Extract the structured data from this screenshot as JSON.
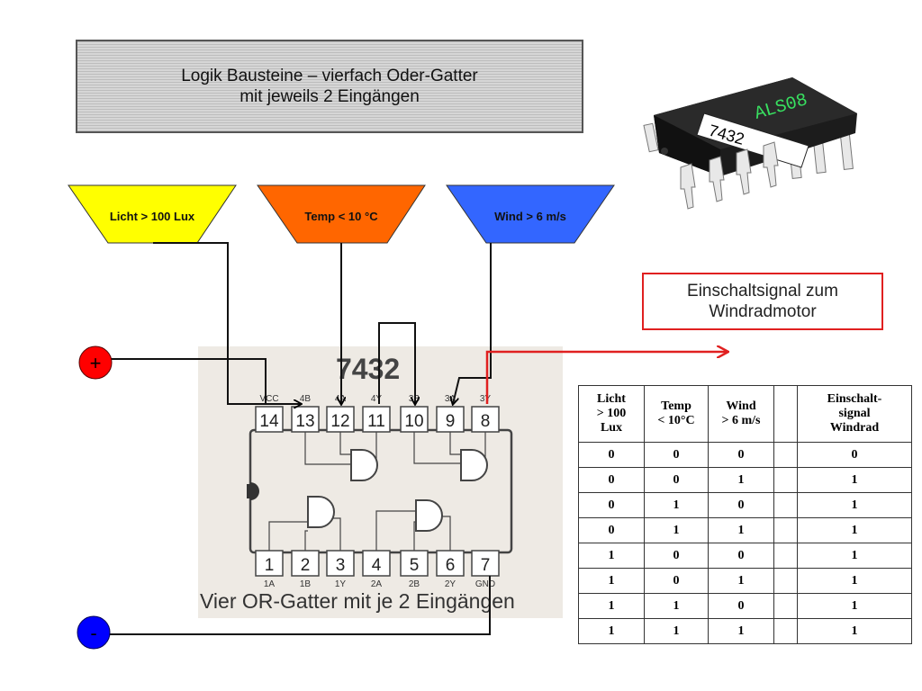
{
  "title": {
    "line1": "Logik Bausteine – vierfach Oder-Gatter",
    "line2": "mit jeweils 2 Eingängen"
  },
  "sensors": [
    {
      "label": "Licht > 100 Lux",
      "color": "#ffff00"
    },
    {
      "label": "Temp < 10 °C",
      "color": "#ff6600"
    },
    {
      "label": "Wind > 6 m/s",
      "color": "#3366ff"
    }
  ],
  "signal_box": {
    "line1": "Einschaltsignal zum",
    "line2": "Windradmotor"
  },
  "power": {
    "plus": "+",
    "minus": "-",
    "plus_color": "#ff0000",
    "minus_color": "#0000ff"
  },
  "chip_photo": {
    "body_text": "ALS08",
    "sticker": "7432"
  },
  "ic": {
    "name": "7432",
    "top_pins": [
      "14",
      "13",
      "12",
      "11",
      "10",
      "9",
      "8"
    ],
    "top_labels": [
      "VCC",
      "4B",
      "4A",
      "4Y",
      "3B",
      "3A",
      "3Y"
    ],
    "bottom_pins": [
      "1",
      "2",
      "3",
      "4",
      "5",
      "6",
      "7"
    ],
    "bottom_labels": [
      "1A",
      "1B",
      "1Y",
      "2A",
      "2B",
      "2Y",
      "GND"
    ],
    "caption": "Vier OR-Gatter mit je 2 Eingängen"
  },
  "truth_table": {
    "headers": [
      [
        "Licht",
        "> 100",
        "Lux"
      ],
      [
        "Temp",
        "< 10°C"
      ],
      [
        "Wind",
        "> 6 m/s"
      ],
      [],
      [
        "Einschalt-",
        "signal",
        "Windrad"
      ]
    ],
    "rows": [
      [
        "0",
        "0",
        "0",
        "",
        "0"
      ],
      [
        "0",
        "0",
        "1",
        "",
        "1"
      ],
      [
        "0",
        "1",
        "0",
        "",
        "1"
      ],
      [
        "0",
        "1",
        "1",
        "",
        "1"
      ],
      [
        "1",
        "0",
        "0",
        "",
        "1"
      ],
      [
        "1",
        "0",
        "1",
        "",
        "1"
      ],
      [
        "1",
        "1",
        "0",
        "",
        "1"
      ],
      [
        "1",
        "1",
        "1",
        "",
        "1"
      ]
    ]
  }
}
